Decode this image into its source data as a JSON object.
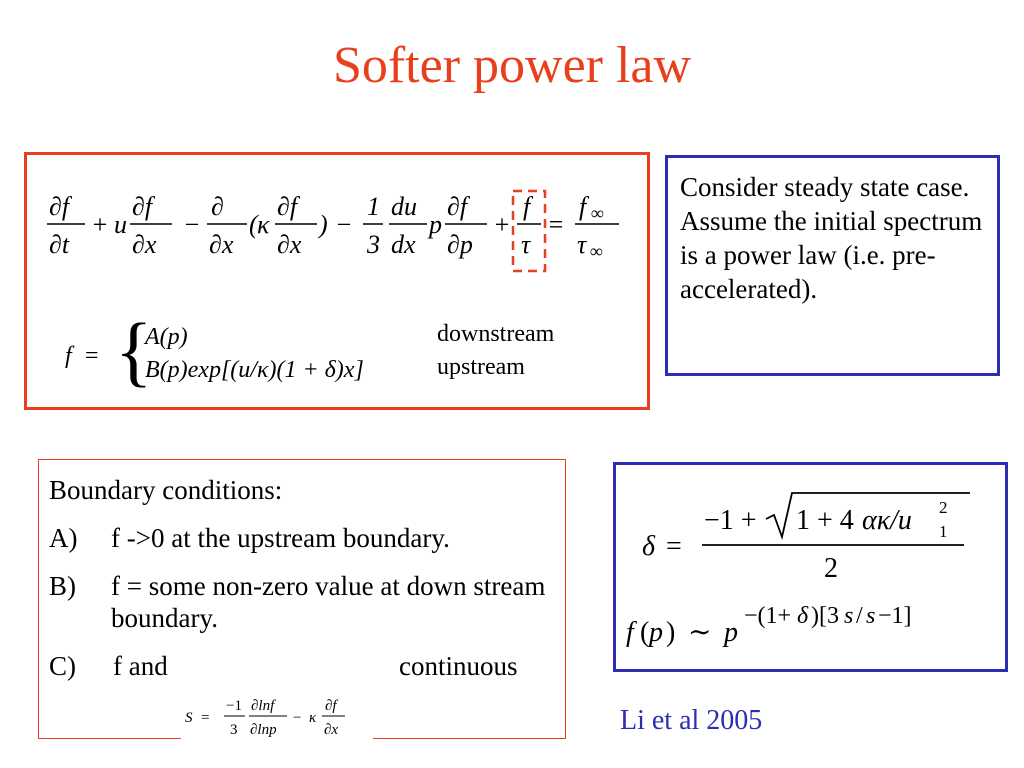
{
  "slide": {
    "title": "Softer power law"
  },
  "transport_equation": {
    "labels": {
      "downstream": "downstream",
      "upstream": "upstream"
    }
  },
  "steady_state_note": {
    "text": "Consider steady state case. Assume the initial spectrum is a power law  (i.e. pre-accelerated)."
  },
  "boundary_conditions": {
    "heading": "Boundary conditions:",
    "items": [
      {
        "label": "A)",
        "text": "f ->0 at the upstream boundary."
      },
      {
        "label": "B)",
        "text": "f = some non-zero value at down stream boundary."
      },
      {
        "label": "C)",
        "text_before": "f and",
        "text_after": "continuous"
      }
    ]
  },
  "citation": {
    "text": "Li et al 2005"
  },
  "colors": {
    "title": "#e8401c",
    "box_red": "#e8401c",
    "box_blue": "#2c2cb4",
    "citation": "#2c2cb4"
  }
}
